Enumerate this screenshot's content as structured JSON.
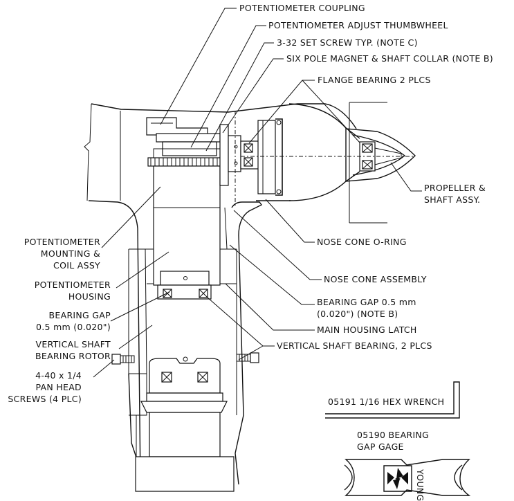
{
  "labels": {
    "pot_coupling": "POTENTIOMETER COUPLING",
    "pot_thumbwheel": "POTENTIOMETER ADJUST THUMBWHEEL",
    "set_screw": "3-32 SET SCREW TYP. (NOTE C)",
    "six_pole": "SIX POLE MAGNET & SHAFT COLLAR (NOTE B)",
    "flange_bearing": "FLANGE BEARING 2 PLCS",
    "propeller_1": "PROPELLER &",
    "propeller_2": "SHAFT ASSY.",
    "nose_oring": "NOSE CONE O-RING",
    "nose_assembly": "NOSE CONE ASSEMBLY",
    "bearing_gap_r_1": "BEARING GAP 0.5 mm",
    "bearing_gap_r_2": "(0.020\") (NOTE B)",
    "main_latch": "MAIN HOUSING LATCH",
    "vert_bearing": "VERTICAL SHAFT BEARING, 2 PLCS",
    "pot_mount_1": "POTENTIOMETER",
    "pot_mount_2": "MOUNTING &",
    "pot_mount_3": "COIL ASSY",
    "pot_housing_1": "POTENTIOMETER",
    "pot_housing_2": "HOUSING",
    "bearing_gap_l_1": "BEARING GAP",
    "bearing_gap_l_2": "0.5 mm (0.020\")",
    "vert_rotor_1": "VERTICAL SHAFT",
    "vert_rotor_2": "BEARING ROTOR",
    "screws_1": "4-40 x 1/4",
    "screws_2": "PAN HEAD",
    "screws_3": "SCREWS (4 PLC)",
    "hex_wrench": "05191 1/16 HEX WRENCH",
    "gage_1": "05190 BEARING",
    "gage_2": "GAP GAGE",
    "young_logo": "YOUNG"
  }
}
